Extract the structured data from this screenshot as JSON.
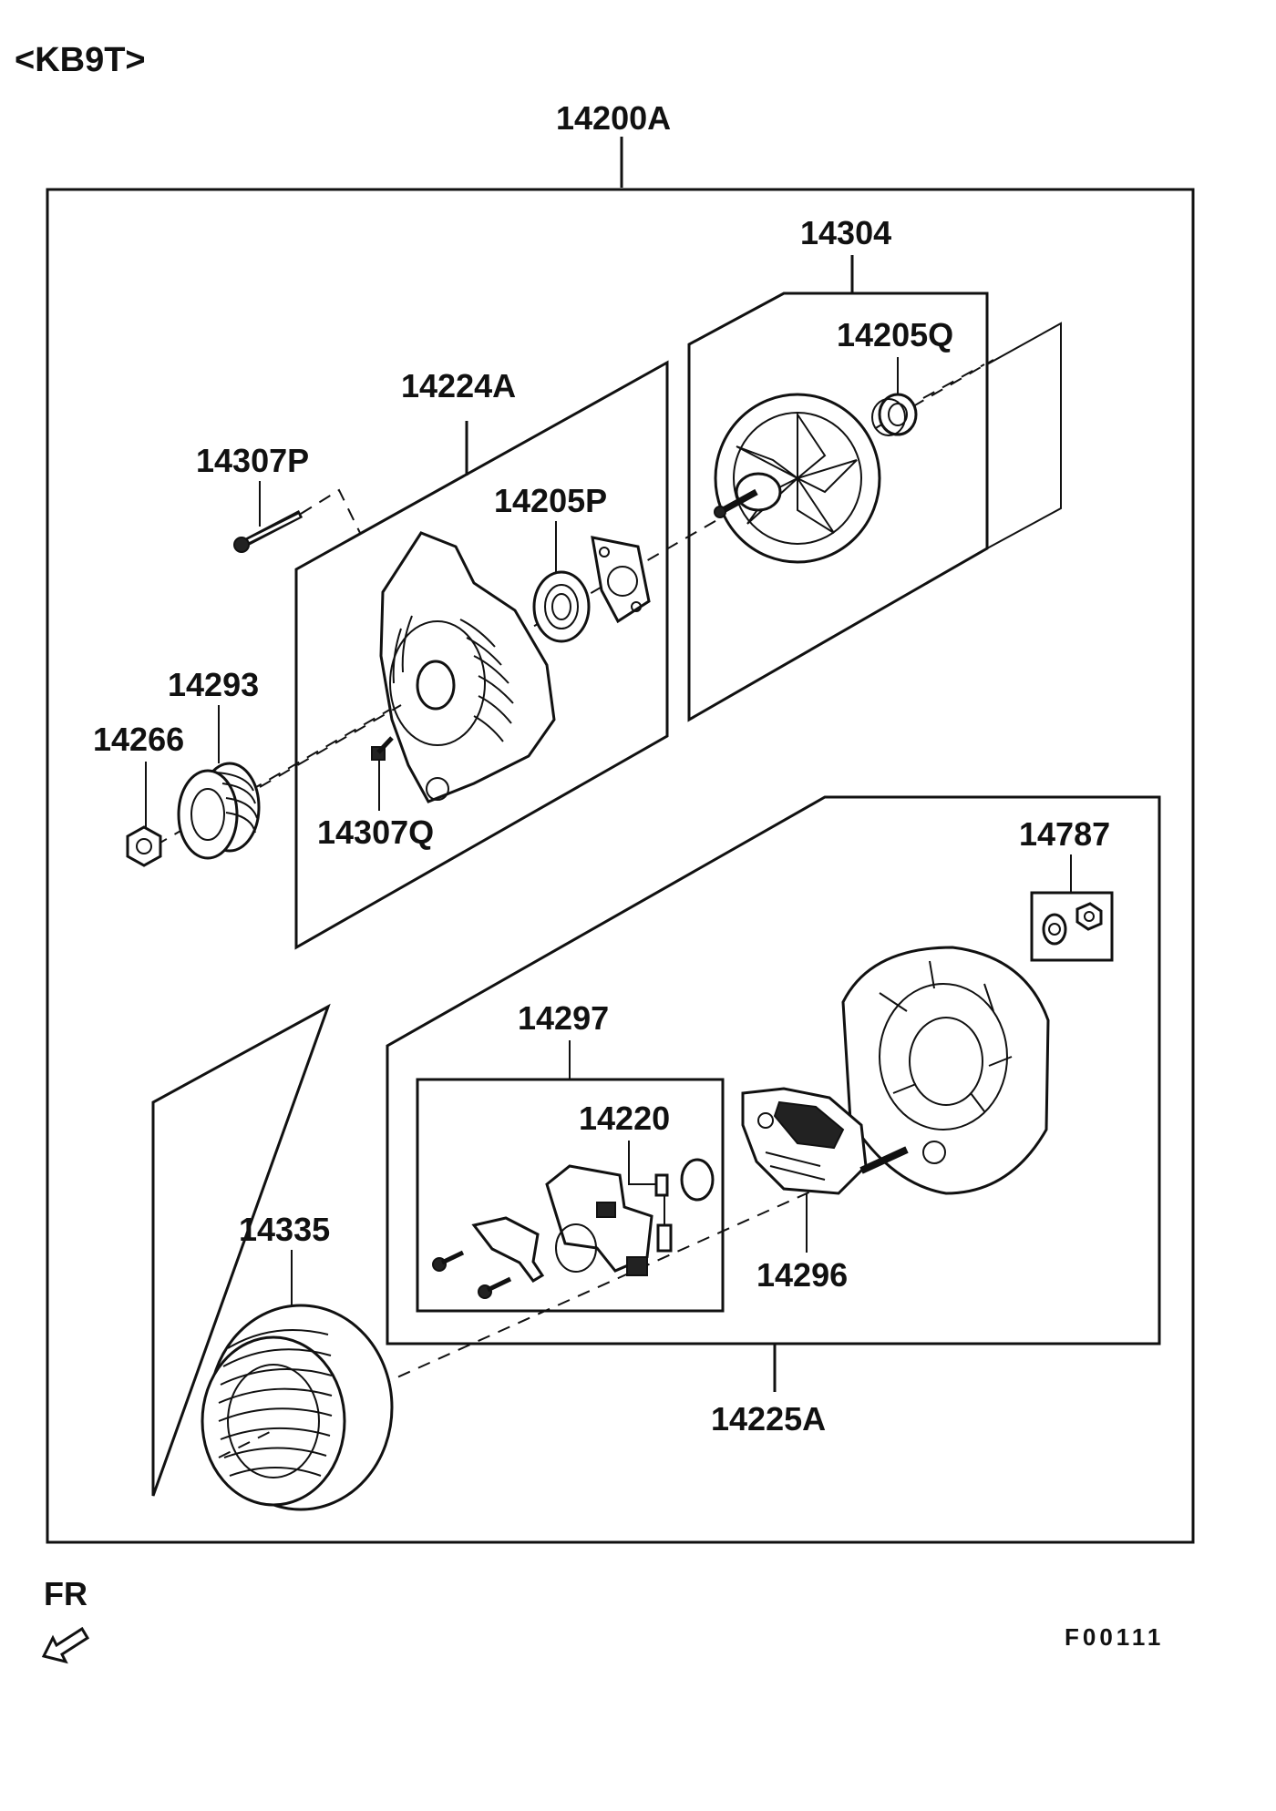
{
  "header": {
    "model_code": "<KB9T>"
  },
  "assembly": {
    "number": "14200A",
    "groups": [
      {
        "id": "front-bracket",
        "number": "14224A"
      },
      {
        "id": "rotor",
        "number": "14304"
      },
      {
        "id": "rear-bracket",
        "number": "14225A"
      },
      {
        "id": "brush-holder",
        "number": "14297"
      }
    ],
    "parts": [
      {
        "id": "bolt",
        "number": "14307P"
      },
      {
        "id": "front-bearing",
        "number": "14205P"
      },
      {
        "id": "rear-bearing",
        "number": "14205Q"
      },
      {
        "id": "pulley",
        "number": "14293"
      },
      {
        "id": "nut",
        "number": "14266"
      },
      {
        "id": "screw",
        "number": "14307Q"
      },
      {
        "id": "terminal-nut",
        "number": "14787"
      },
      {
        "id": "brush",
        "number": "14220"
      },
      {
        "id": "rectifier",
        "number": "14296"
      },
      {
        "id": "stator",
        "number": "14335"
      }
    ]
  },
  "footer": {
    "direction_label": "FR",
    "figure_code": "F00111"
  }
}
